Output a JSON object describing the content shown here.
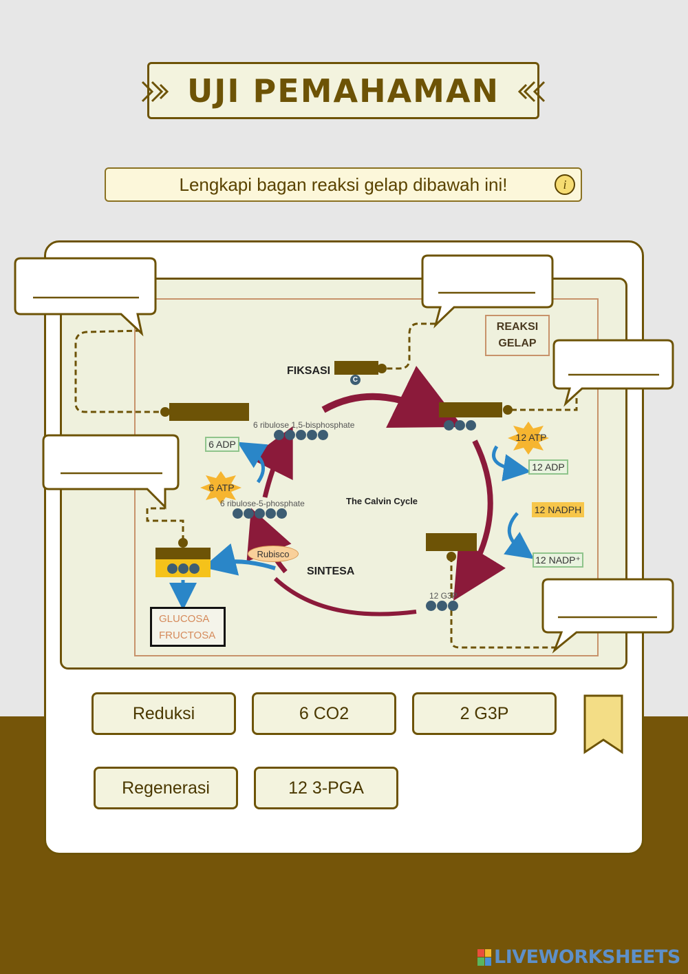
{
  "header": {
    "title": "UJI PEMAHAMAN"
  },
  "instruction": {
    "text": "Lengkapi bagan reaksi gelap dibawah ini!",
    "info_icon": "i"
  },
  "diagram": {
    "box_label": "REAKSI\nGELAP",
    "stage_fiksasi": "FIKSASI",
    "stage_sintesa": "SINTESA",
    "center_label": "The Calvin Cycle",
    "rubp_label": "6 ribulose 1,5-bisphosphate",
    "ru5p_label": "6 ribulose-5-phosphate",
    "g3p_label": "12 G3P",
    "rubisco": "Rubisco",
    "atp_12": "12 ATP",
    "adp_12": "12 ADP",
    "nadph_12": "12 NADPH",
    "nadp_12": "12 NADP⁺",
    "atp_6": "6 ATP",
    "adp_6": "6 ADP",
    "carbon": "C",
    "product_line1": "GLUCOSA",
    "product_line2": "FRUCTOSA"
  },
  "options": [
    "Reduksi",
    "6 CO2",
    "2 G3P",
    "Regenerasi",
    "12 3-PGA"
  ],
  "footer": {
    "logo": "LIVEWORKSHEETS"
  },
  "colors": {
    "brown": "#6d5306",
    "band": "#755509",
    "arrow": "#8b1a3a",
    "blue": "#2a86c8"
  }
}
